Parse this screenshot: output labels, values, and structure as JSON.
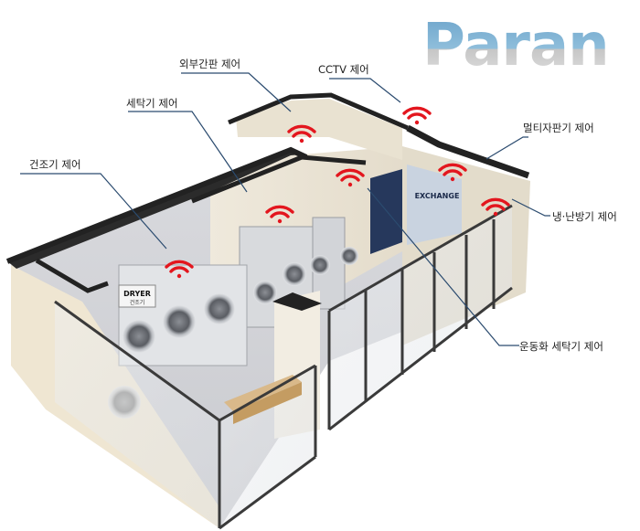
{
  "brand": {
    "name": "Paran",
    "color": "#7fb2d6"
  },
  "labels": {
    "dryer": "건조기 제어",
    "washer": "세탁기 제어",
    "signboard": "외부간판 제어",
    "cctv": "CCTV 제어",
    "vending": "멀티자판기 제어",
    "hvac": "냉·난방기 제어",
    "shoe_washer": "운동화 세탁기 제어"
  },
  "machine_text": {
    "dryer_sign": "DRYER",
    "dryer_sign_sub": "건조기",
    "exchange_sign": "EXCHANGE"
  },
  "wifi_color": "#e3161e",
  "icons": [
    "wifi-icon"
  ]
}
